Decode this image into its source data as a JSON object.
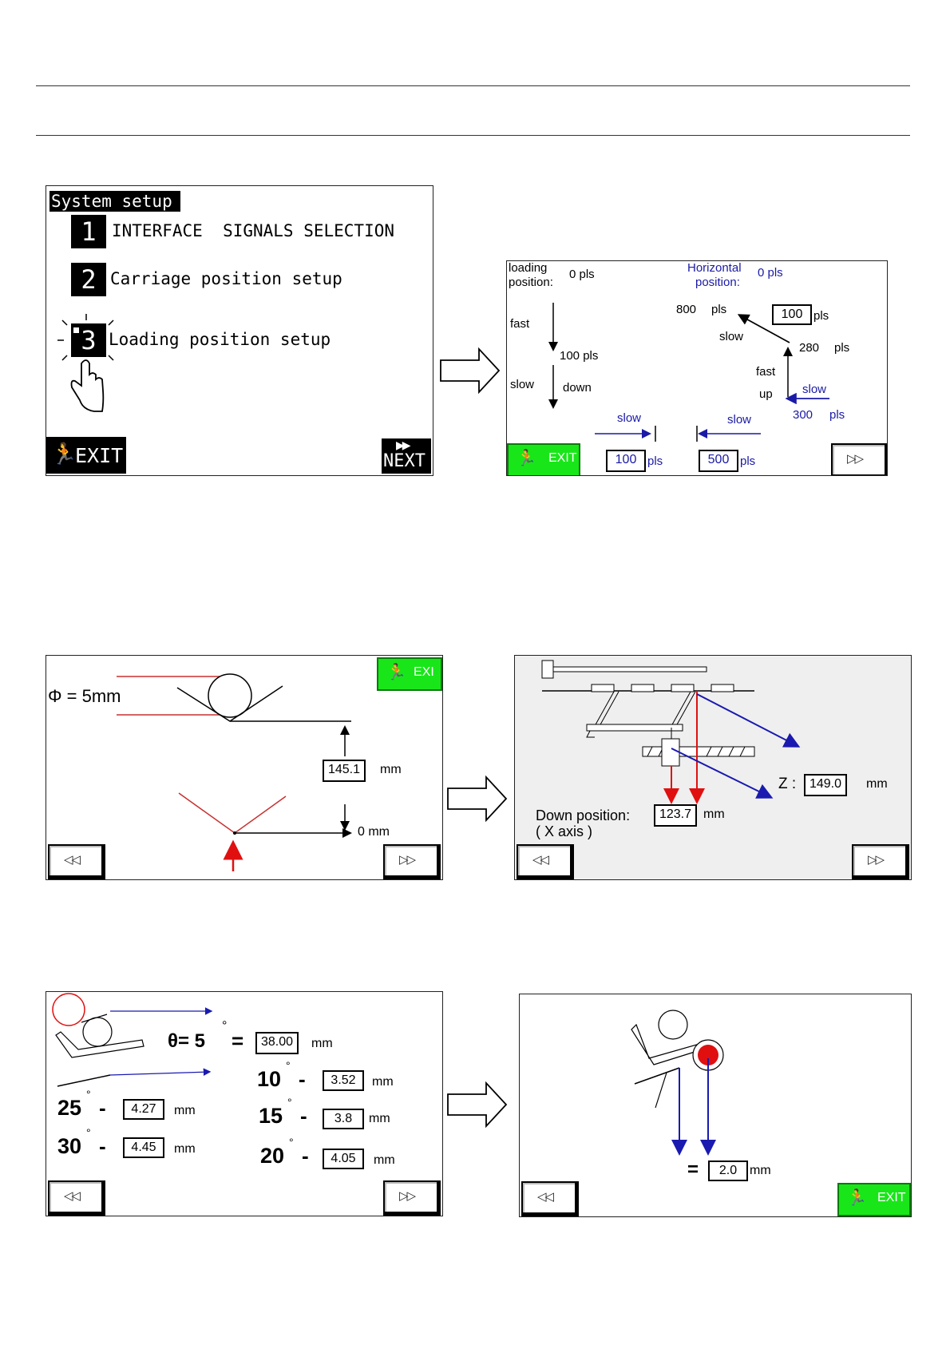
{
  "screen1": {
    "title": "System setup",
    "items": [
      {
        "num": "1",
        "label": "INTERFACE  SIGNALS SELECTION"
      },
      {
        "num": "2",
        "label": "Carriage position setup"
      },
      {
        "num": "3",
        "label": "Loading position setup"
      }
    ],
    "exit_label": "EXIT",
    "next_label": "NEXT"
  },
  "screen2": {
    "loading_position_label_1": "loading",
    "loading_position_label_2": "position:",
    "loading_value": "0 pls",
    "horizontal_label_1": "Horizontal",
    "horizontal_label_2": "position:",
    "horizontal_value": "0 pls",
    "fast": "fast",
    "slow": "slow",
    "pls100": "100 pls",
    "down": "down",
    "p800": "800",
    "pls": "pls",
    "slow2": "slow",
    "box100a": "100",
    "p280": "280",
    "fast2": "fast",
    "up": "up",
    "slow_blue": "slow",
    "p300": "300",
    "slow_bottom1": "slow",
    "slow_bottom2": "slow",
    "box100b": "100",
    "box500": "500",
    "exit_label": "EXIT",
    "next_label": "▷▷"
  },
  "screen3": {
    "phi_label": "Φ = 5mm",
    "exit_label": "EXI",
    "value": "145.1",
    "unit": "mm",
    "zero": "0 mm",
    "prev_label": "◁◁",
    "next_label": "▷▷"
  },
  "screen4": {
    "z_label": "Z :",
    "z_value": "149.0",
    "z_unit": "mm",
    "down_label": "Down position:",
    "down_value": "123.7",
    "down_unit": "mm",
    "axis_label": "( X axis )",
    "prev_label": "◁◁",
    "next_label": "▷▷"
  },
  "screen5": {
    "theta_label": "θ= 5",
    "deg": "°",
    "equals": "=",
    "theta_value": "38.00",
    "unit": "mm",
    "rows": [
      {
        "angle": "10",
        "value": "3.52",
        "unit": "mm"
      },
      {
        "angle": "15",
        "value": "3.8",
        "unit": "mm"
      },
      {
        "angle": "20",
        "value": "4.05",
        "unit": "mm"
      },
      {
        "angle": "25",
        "value": "4.27",
        "unit": "mm"
      },
      {
        "angle": "30",
        "value": "4.45",
        "unit": "mm"
      }
    ],
    "dash": "-",
    "prev_label": "◁◁",
    "next_label": "▷▷"
  },
  "screen6": {
    "equals": "=",
    "value": "2.0",
    "unit": "mm",
    "prev_label": "◁◁",
    "exit_label": "EXIT"
  }
}
